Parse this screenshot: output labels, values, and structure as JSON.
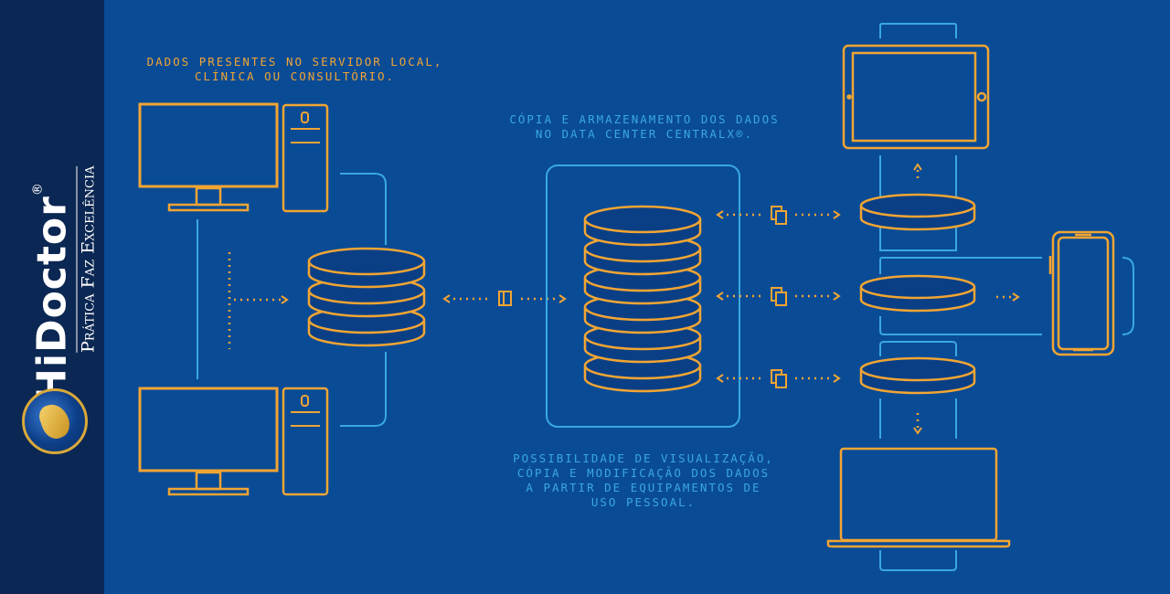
{
  "brand": {
    "name": "HiDoctor",
    "registered_mark": "®",
    "tagline": "Prática Faz Excelência"
  },
  "captions": {
    "local_server": "DADOS PRESENTES NO SERVIDOR LOCAL,\nCLÍNICA OU CONSULTÓRIO.",
    "datacenter": "CÓPIA E ARMAZENAMENTO DOS DADOS\nNO DATA CENTER CENTRALX®.",
    "personal_devices": "POSSIBILIDADE DE VISUALIZAÇÃO,\nCÓPIA E MODIFICAÇÃO DOS DADOS\nA PARTIR DE EQUIPAMENTOS DE\nUSO PESSOAL."
  },
  "colors": {
    "background": "#0a4b96",
    "sidebar": "#0b2753",
    "accent_orange": "#f1a533",
    "line_blue": "#39a8df",
    "shape_fill": "#0a3f86"
  },
  "icons": [
    "desktop-computer-icon",
    "tower-case-icon",
    "database-icon",
    "document-copy-icon",
    "tablet-icon",
    "smartphone-icon",
    "laptop-icon"
  ]
}
